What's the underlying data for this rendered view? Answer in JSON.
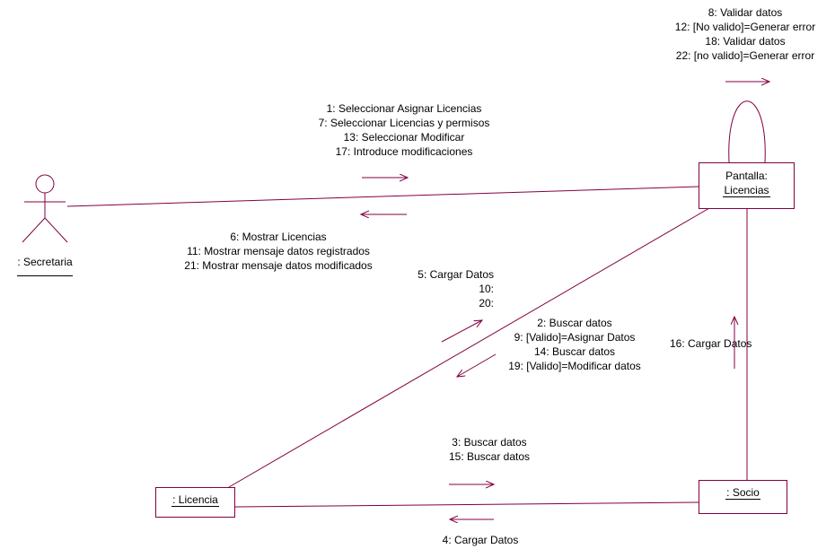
{
  "actor": {
    "name": ": Secretaria"
  },
  "objects": {
    "pantalla": {
      "line1": "Pantalla:",
      "line2": "Licencias"
    },
    "licencia": {
      "name": ": Licencia"
    },
    "socio": {
      "name": ": Socio"
    }
  },
  "messages": {
    "self_loop": [
      "8: Validar datos",
      "12: [No valido]=Generar error",
      "18: Validar datos",
      "22: [no valido]=Generar error"
    ],
    "secretaria_to_pantalla": [
      "1: Seleccionar Asignar Licencias",
      "7: Seleccionar Licencias y permisos",
      "13: Seleccionar Modificar",
      "17: Introduce modificaciones"
    ],
    "pantalla_to_secretaria": [
      "6: Mostrar Licencias",
      "11: Mostrar mensaje datos registrados",
      "21: Mostrar mensaje datos modificados"
    ],
    "licencia_to_pantalla": [
      "5: Cargar Datos",
      "10:",
      "20:"
    ],
    "pantalla_to_licencia": [
      "2: Buscar datos",
      "9: [Valido]=Asignar Datos",
      "14: Buscar datos",
      "19: [Valido]=Modificar datos"
    ],
    "socio_to_pantalla": [
      "16: Cargar Datos"
    ],
    "licencia_to_socio": [
      "3: Buscar datos",
      "15: Buscar datos"
    ],
    "socio_to_licencia": [
      "4: Cargar Datos"
    ]
  },
  "colors": {
    "line": "#800040",
    "text": "#000000",
    "background": "#ffffff"
  }
}
